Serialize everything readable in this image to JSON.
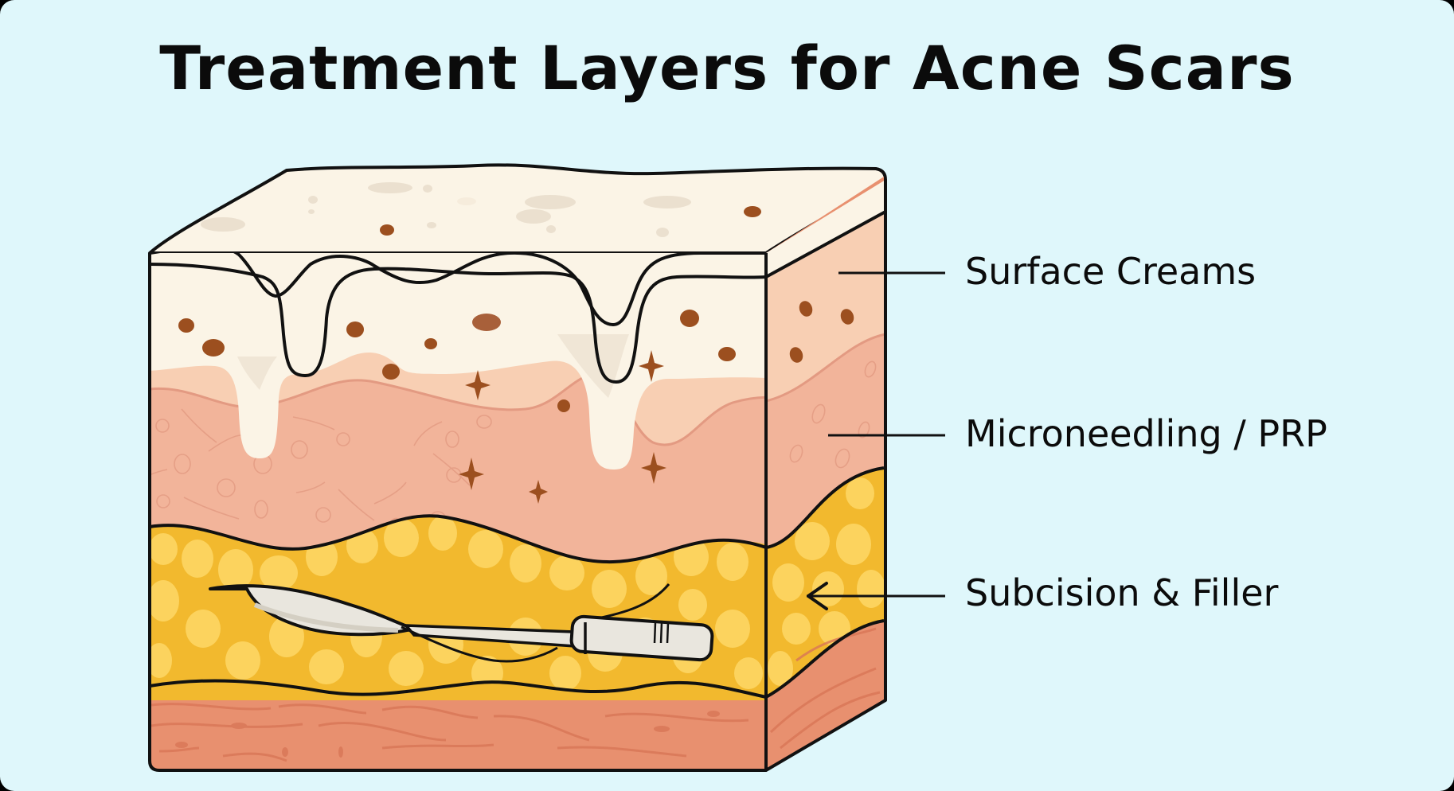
{
  "title": "Treatment Layers for Acne Scars",
  "colors": {
    "background": "#dff7fb",
    "outline": "#111111",
    "epidermis": "#fbf4e6",
    "epidermis_shadow": "#ebe0cf",
    "upper_dermis": "#f8cfb3",
    "lower_dermis": "#f2b49a",
    "dermis_texture": "#e39a82",
    "fat_base": "#f2b92e",
    "fat_cells": "#fcd35e",
    "muscle": "#e8906f",
    "muscle_texture": "#d97657",
    "pigment_spots": "#9c4f1f",
    "sparkle": "#9c4f1f",
    "cannula": "#e9e6de"
  },
  "layers": [
    {
      "id": "surface",
      "label": "Surface Creams",
      "pointer": "line"
    },
    {
      "id": "dermis",
      "label": "Microneedling / PRP",
      "pointer": "line"
    },
    {
      "id": "subcutaneous",
      "label": "Subcision & Filler",
      "pointer": "arrow"
    }
  ],
  "illustration": {
    "tool": "subcision-cannula",
    "scar_type": "depressed-acne-scars"
  }
}
